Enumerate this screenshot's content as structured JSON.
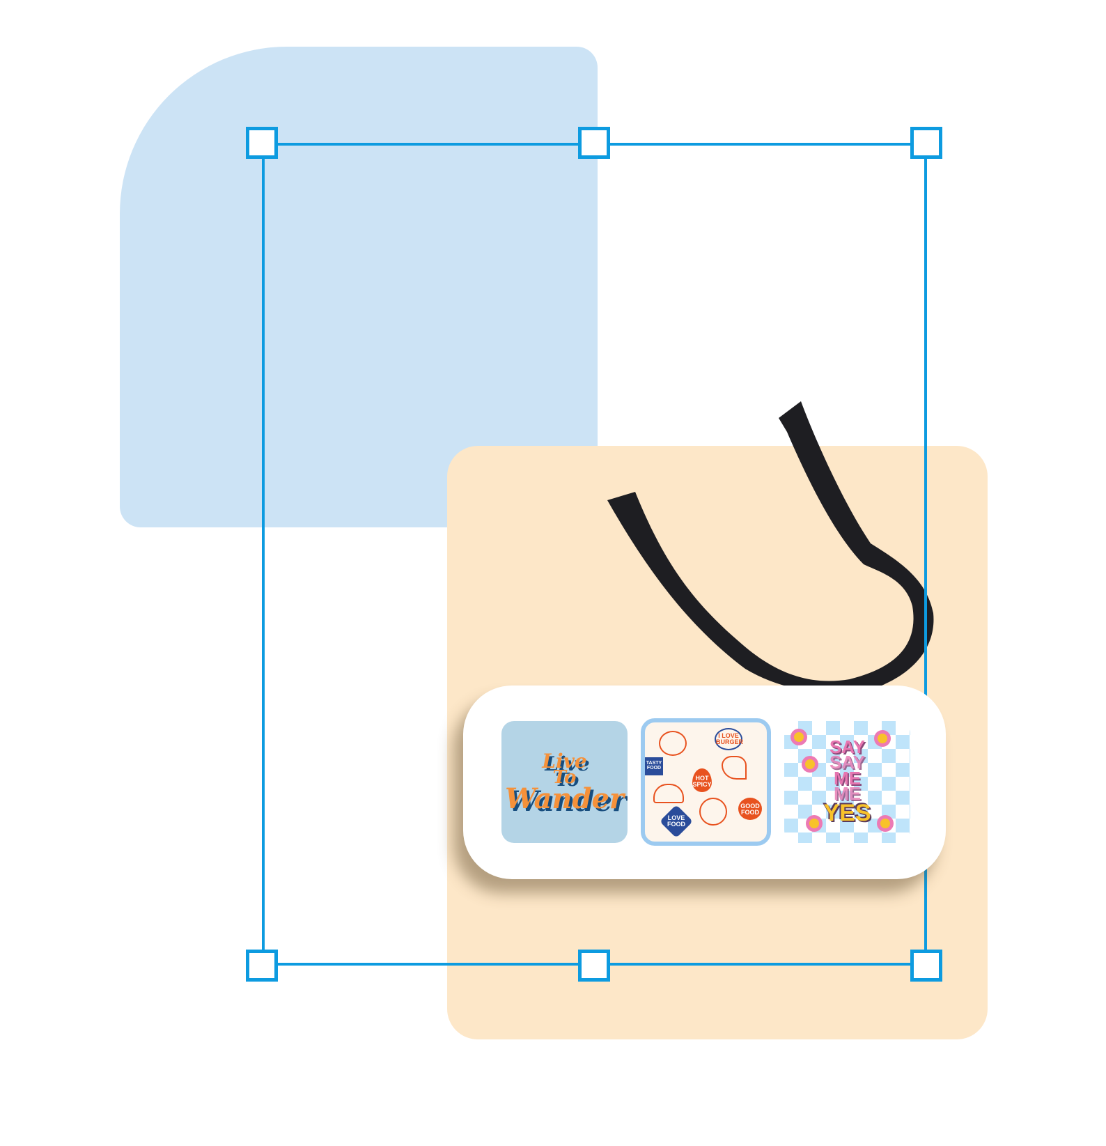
{
  "colors": {
    "selection": "#0d9be0",
    "blue_shape": "#cce3f5",
    "beige_shape": "#fde7c8",
    "strap": "#1e1e22"
  },
  "thumbnails": [
    {
      "name": "live-to-wander",
      "lines": [
        "Live",
        "To",
        "Wander"
      ]
    },
    {
      "name": "food-pattern",
      "selected": true,
      "stickers": [
        "I LOVE BURGER",
        "TASTY FOOD",
        "HOT SPICY",
        "LOVE FOOD",
        "GOOD FOOD"
      ]
    },
    {
      "name": "say-me-yes",
      "lines": [
        "SAY",
        "SAY",
        "ME",
        "ME",
        "YES"
      ]
    }
  ]
}
